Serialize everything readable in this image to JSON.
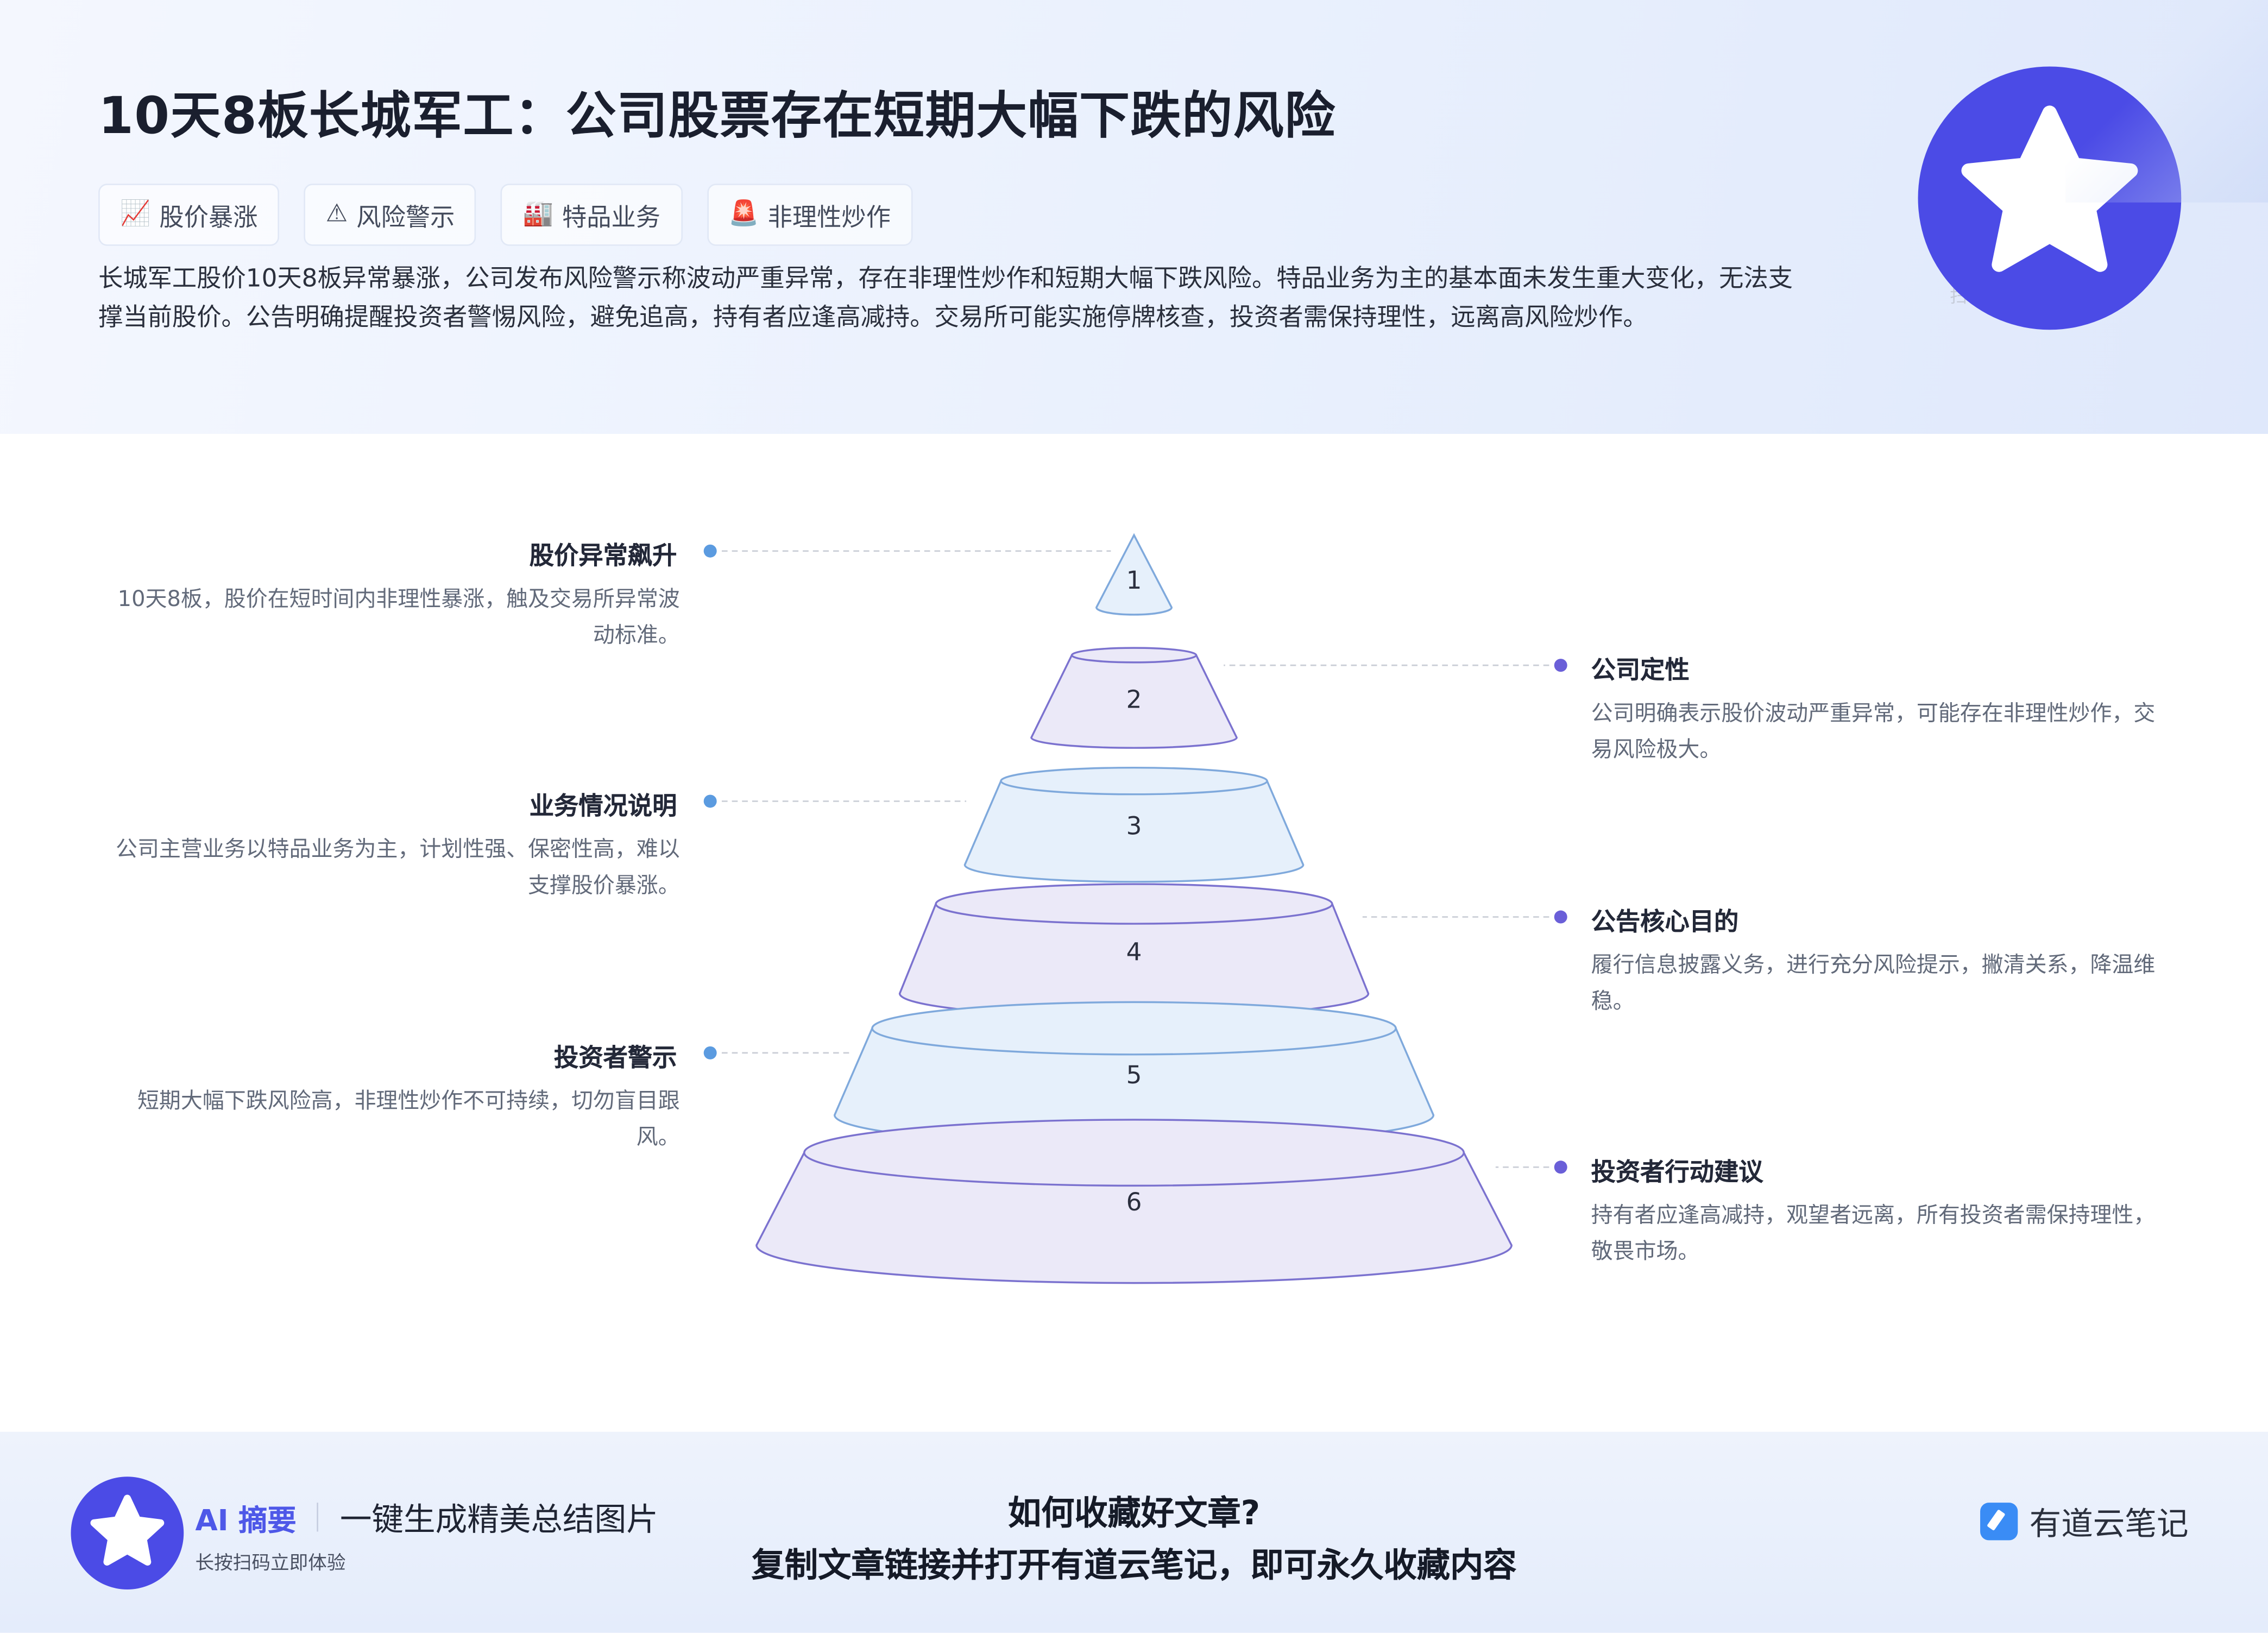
{
  "header": {
    "title": "10天8板长城军工：公司股票存在短期大幅下跌的风险",
    "tags": [
      {
        "icon": "chart-up-icon",
        "glyph": "📈",
        "label": "股价暴涨"
      },
      {
        "icon": "warning-icon",
        "glyph": "⚠",
        "label": "风险警示"
      },
      {
        "icon": "factory-icon",
        "glyph": "🏭",
        "label": "特品业务"
      },
      {
        "icon": "siren-icon",
        "glyph": "🚨",
        "label": "非理性炒作"
      }
    ],
    "summary": "长城军工股价10天8板异常暴涨，公司发布风险警示称波动严重异常，存在非理性炒作和短期大幅下跌风险。特品业务为主的基本面未发生重大变化，无法支撑当前股价。公告明确提醒投资者警惕风险，避免追高，持有者应逢高减持。交易所可能实施停牌核查，投资者需保持理性，远离高风险炒作。",
    "ghost_text": "扫"
  },
  "pyramid": {
    "levels": [
      {
        "num": "1",
        "side": "left",
        "title": "股价异常飙升",
        "desc": "10天8板，股价在短时间内非理性暴涨，触及交易所异常波动标准。",
        "fill": "#e6f0fb",
        "stroke": "#7fa9dc"
      },
      {
        "num": "2",
        "side": "right",
        "title": "公司定性",
        "desc": "公司明确表示股价波动严重异常，可能存在非理性炒作，交易风险极大。",
        "fill": "#ebe9f8",
        "stroke": "#7b72cf"
      },
      {
        "num": "3",
        "side": "left",
        "title": "业务情况说明",
        "desc": "公司主营业务以特品业务为主，计划性强、保密性高，难以支撑股价暴涨。",
        "fill": "#e6f0fb",
        "stroke": "#7fa9dc"
      },
      {
        "num": "4",
        "side": "right",
        "title": "公告核心目的",
        "desc": "履行信息披露义务，进行充分风险提示，撇清关系，降温维稳。",
        "fill": "#ebe9f8",
        "stroke": "#7b72cf"
      },
      {
        "num": "5",
        "side": "left",
        "title": "投资者警示",
        "desc": "短期大幅下跌风险高，非理性炒作不可持续，切勿盲目跟风。",
        "fill": "#e6f0fb",
        "stroke": "#7fa9dc"
      },
      {
        "num": "6",
        "side": "right",
        "title": "投资者行动建议",
        "desc": "持有者应逢高减持，观望者远离，所有投资者需保持理性，敬畏市场。",
        "fill": "#ebe9f8",
        "stroke": "#7b72cf"
      }
    ],
    "dot_left": "#5b9be0",
    "dot_right": "#6a5fd8"
  },
  "footer": {
    "brand": "AI 摘要",
    "slogan": "一键生成精美总结图片",
    "hint": "长按扫码立即体验",
    "question": "如何收藏好文章?",
    "answer": "复制文章链接并打开有道云笔记，即可永久收藏内容",
    "app_name": "有道云笔记"
  },
  "colors": {
    "accent": "#4b4be6"
  }
}
